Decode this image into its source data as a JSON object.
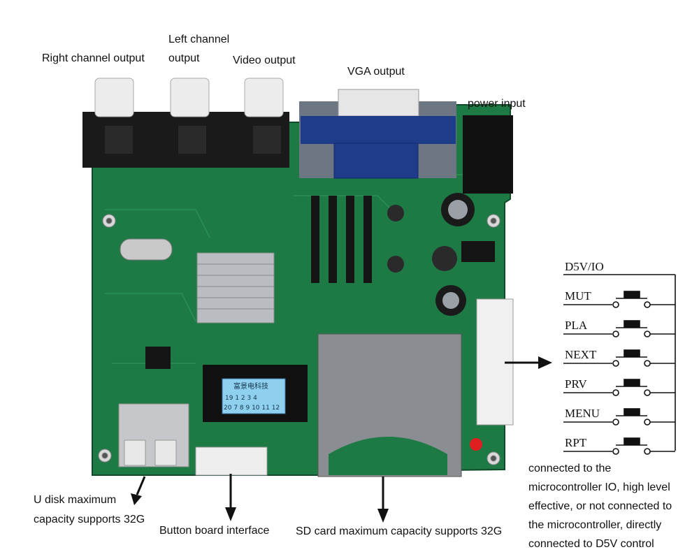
{
  "labels": {
    "right_channel": "Right channel output",
    "left_channel_1": "Left channel",
    "left_channel_2": "output",
    "video": "Video output",
    "vga": "VGA output",
    "power": "power input",
    "usb_1": "U disk maximum",
    "usb_2": "capacity supports 32G",
    "button_board": "Button board interface",
    "sd_card": "SD card maximum capacity supports 32G"
  },
  "chip_text": {
    "brand": "富景电科技",
    "row1": [
      "19",
      "1",
      "2",
      "3",
      "4"
    ],
    "row2": [
      "20",
      "7",
      "8",
      "9",
      "10",
      "11",
      "12"
    ]
  },
  "button_diagram": {
    "supply_label": "D5V/IO",
    "buttons": [
      "MUT",
      "PLA",
      "NEXT",
      "PRV",
      "MENU",
      "RPT"
    ],
    "note_lines": [
      "connected to the",
      "microcontroller IO, high level",
      "effective, or not connected to",
      "the microcontroller, directly",
      "connected to D5V control"
    ]
  },
  "colors": {
    "pcb": "#1d7a45",
    "pcb_dark": "#14553a",
    "vga": "#1f3c8a"
  }
}
